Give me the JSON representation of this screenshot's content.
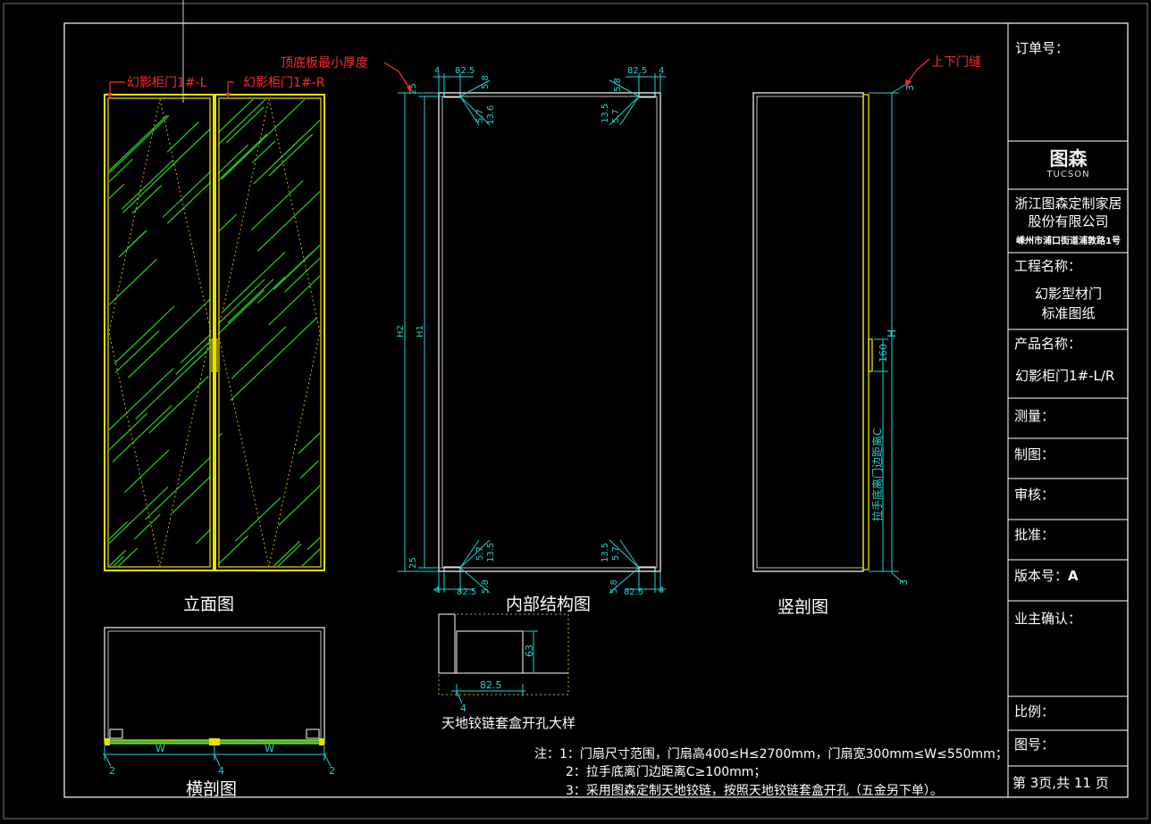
{
  "callouts": {
    "left_door": "幻影柜门1#-L",
    "right_door": "幻影柜门1#-R",
    "top_bottom_thickness": "顶底板最小厚度",
    "door_gap": "上下门缝"
  },
  "view_titles": {
    "elevation": "立面图",
    "internal": "内部结构图",
    "vertical_section": "竖剖图",
    "horizontal_section": "横剖图",
    "hinge_detail": "天地铰链套盒开孔大样"
  },
  "dimensions": {
    "internal_top_left": [
      "4",
      "82.5",
      "5.8",
      "5.7",
      "13.6"
    ],
    "internal_top_right": [
      "82.5",
      "4",
      "5.8",
      "13.5",
      "5.7"
    ],
    "internal_bottom_left": [
      "4",
      "82.5",
      "5.8",
      "5.7",
      "13.5"
    ],
    "internal_bottom_right": [
      "5.8",
      "82.5",
      "4",
      "13.5",
      "5.7"
    ],
    "internal_h2": "H2",
    "internal_h1": "H1",
    "internal_25_top": "25",
    "internal_25_bottom": "25",
    "section_h": "H",
    "section_handle": "160",
    "section_gap_top": "3",
    "section_gap_bottom": "3",
    "section_handle_note": "拉手底离门边距离C",
    "hinge_w": "82.5",
    "hinge_h": "63",
    "hinge_offset": "4",
    "hs_w": "W",
    "hs_left_gap": "2",
    "hs_mid_gap": "4",
    "hs_right_gap": "2"
  },
  "notes": {
    "n1": "注：1：门扇尺寸范围，门扇高400≤H≤2700mm，门扇宽300mm≤W≤550mm；",
    "n2": "2：拉手底离门边距离C≥100mm；",
    "n3": "3：采用图森定制天地铰链，按照天地铰链套盒开孔（五金另下单）。"
  },
  "title_block": {
    "order_no": "订单号：",
    "logo_cn": "图森",
    "logo_en": "TUCSON",
    "company_line1": "浙江图森定制家居",
    "company_line2": "股份有限公司",
    "address": "嵊州市浦口街道浦敦路1号",
    "project_label": "工程名称：",
    "project_line1": "幻影型材门",
    "project_line2": "标准图纸",
    "product_label": "产品名称：",
    "product_value": "幻影柜门1#-L/R",
    "measure": "测量：",
    "draw": "制图：",
    "review": "审核：",
    "approve": "批准：",
    "version_label": "版本号：",
    "version_value": "A",
    "owner_confirm": "业主确认：",
    "scale": "比例：",
    "drawing_no": "图号：",
    "page": "第 3页,共 11 页"
  },
  "colors": {
    "background": "#000000",
    "frame": "#ffffff",
    "door_frame": "#e8e000",
    "glass_hatch": "#22c522",
    "dimension": "#22d3d3",
    "callout": "#ff2a2a",
    "diamond": "#c8b400"
  }
}
